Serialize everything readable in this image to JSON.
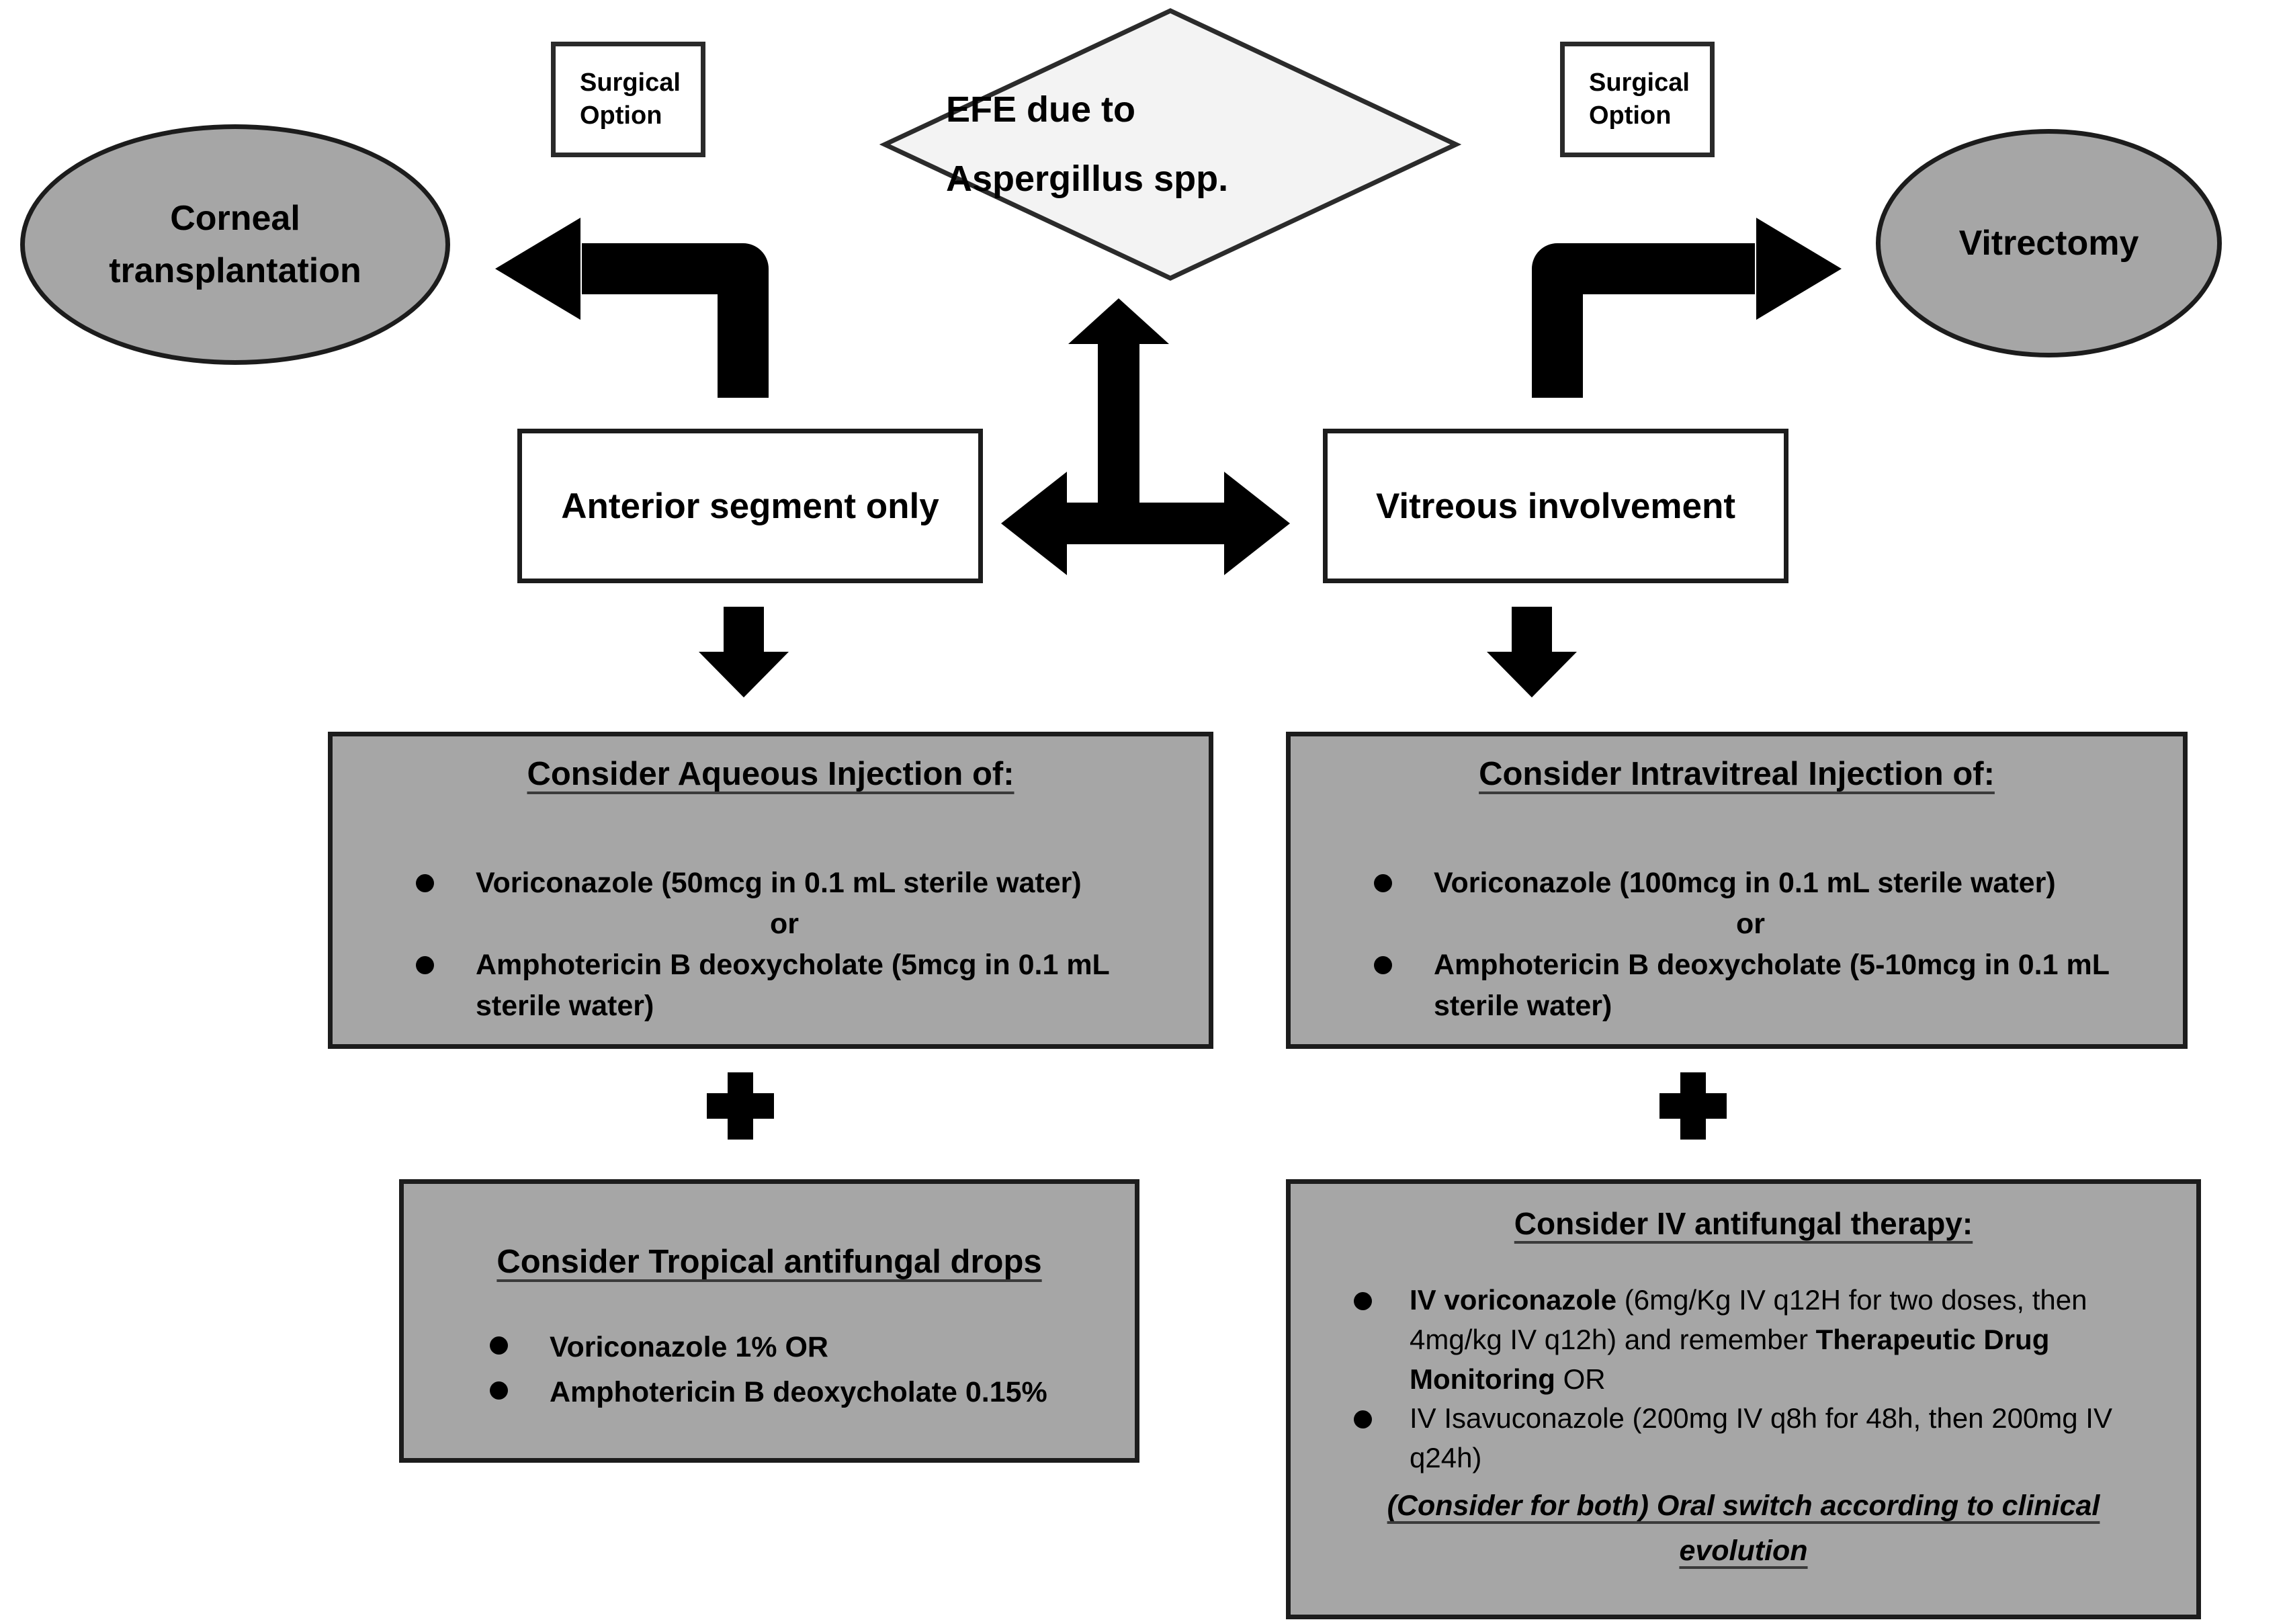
{
  "colors": {
    "background": "#ffffff",
    "node_gray_fill": "#a6a6a6",
    "diamond_fill": "#f3f3f3",
    "border_black": "#1c1c1c",
    "arrow_black": "#000000"
  },
  "nodes": {
    "decision": {
      "label": "EFE due to Aspergillus spp."
    },
    "surgical_option_left": {
      "label": "Surgical Option"
    },
    "surgical_option_right": {
      "label": "Surgical Option"
    },
    "corneal": {
      "label": "Corneal transplantation"
    },
    "vitrectomy": {
      "label": "Vitrectomy"
    },
    "anterior": {
      "label": "Anterior segment only"
    },
    "vitreous": {
      "label": "Vitreous involvement"
    },
    "aqueous": {
      "title": "Consider Aqueous Injection of:",
      "bullet_1": "Voriconazole (50mcg in 0.1 mL sterile water)",
      "connector": "or",
      "bullet_2": "Amphotericin B deoxycholate (5mcg in 0.1 mL sterile water)"
    },
    "intravitreal": {
      "title": "Consider Intravitreal Injection of:",
      "bullet_1": "Voriconazole (100mcg in 0.1 mL sterile water)",
      "connector": "or",
      "bullet_2": "Amphotericin B deoxycholate (5-10mcg in 0.1 mL sterile water)"
    },
    "topical": {
      "title": "Consider Tropical antifungal drops",
      "bullet_1": "Voriconazole 1% OR",
      "bullet_2": "Amphotericin B deoxycholate 0.15%"
    },
    "iv_therapy": {
      "title": "Consider IV antifungal therapy:",
      "bullet_1_bold_1": "IV voriconazole",
      "bullet_1_text_1": " (6mg/Kg IV q12H for two doses, then 4mg/kg IV q12h) and remember ",
      "bullet_1_bold_2": "Therapeutic Drug Monitoring",
      "bullet_1_text_2": " OR",
      "bullet_2": "IV Isavuconazole (200mg IV q8h for 48h, then 200mg IV q24h)",
      "footer": "(Consider for both) Oral switch according to clinical evolution"
    }
  }
}
